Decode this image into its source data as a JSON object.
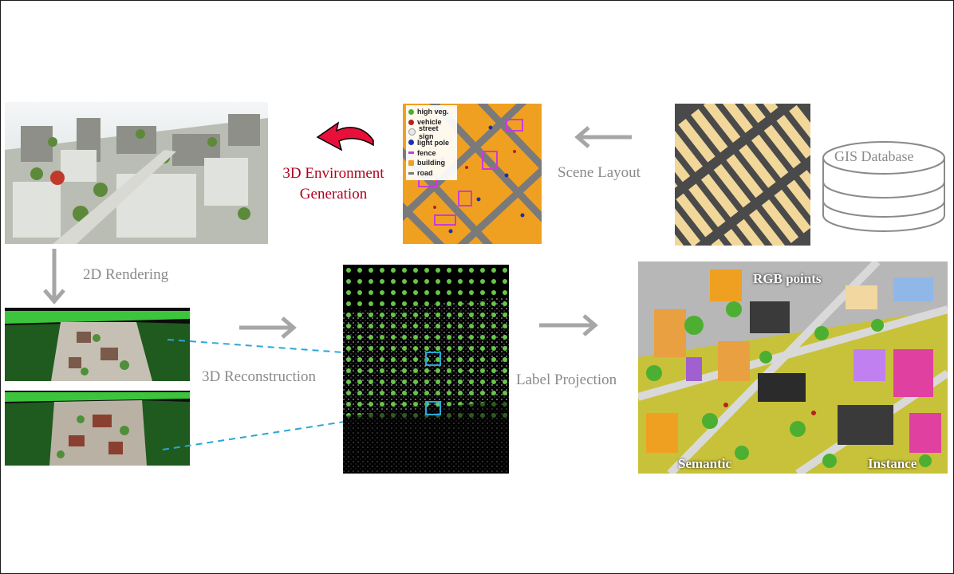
{
  "labels": {
    "env_generation_line1": "3D Environment",
    "env_generation_line2": "Generation",
    "scene_layout": "Scene Layout",
    "gis_database": "GIS Database",
    "rendering_2d": "2D Rendering",
    "reconstruction_3d": "3D Reconstruction",
    "label_projection": "Label Projection"
  },
  "legend": [
    {
      "label": "high veg.",
      "color": "#4caf32"
    },
    {
      "label": "vehicle",
      "color": "#b22222"
    },
    {
      "label": "street sign",
      "color": "#e8e8e8"
    },
    {
      "label": "light pole",
      "color": "#1a2fb8"
    },
    {
      "label": "fence",
      "color": "#c83cd8"
    },
    {
      "label": "building",
      "color": "#f0a020"
    },
    {
      "label": "road",
      "color": "#7a7a7a"
    }
  ],
  "output_overlay": {
    "rgb": "RGB points",
    "semantic": "Semantic",
    "instance": "Instance"
  },
  "colors": {
    "accent_red": "#b0001f",
    "arrow_gray": "#a6a6a6",
    "dashed_cyan": "#2aa7d6"
  }
}
